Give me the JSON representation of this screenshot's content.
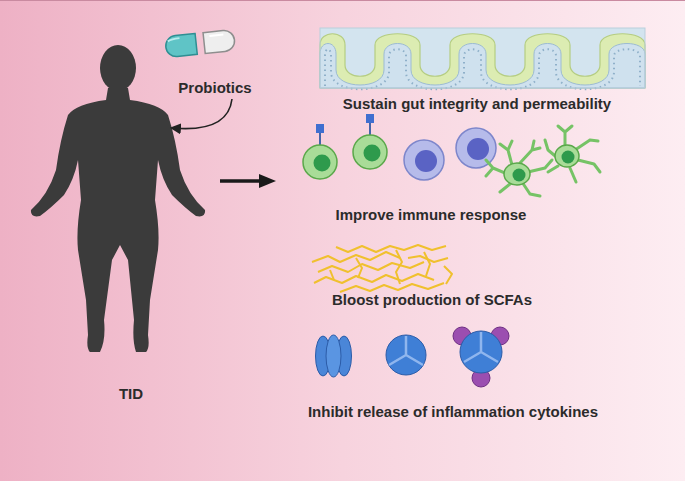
{
  "diagram": {
    "labels": [
      "Probiotics",
      "Sustain gut integrity and permeability",
      "Improve immune response",
      "Bloost production of SCFAs",
      "TID",
      "Inhibit release of inflammation cytokines"
    ]
  }
}
